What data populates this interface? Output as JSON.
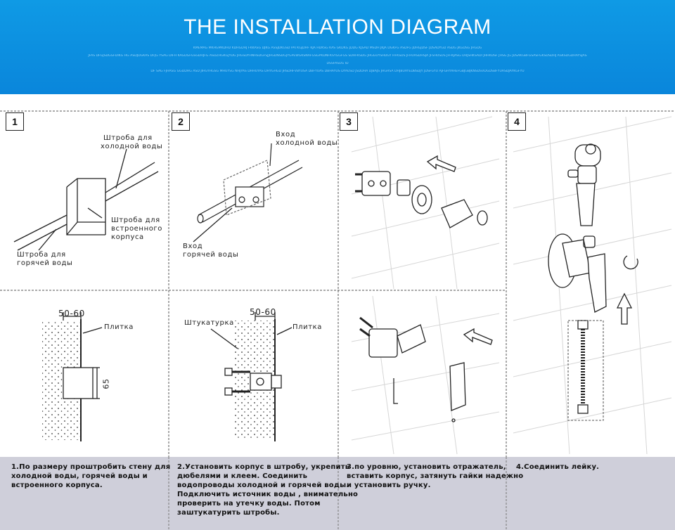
{
  "header": {
    "title": "THE INSTALLATION DIAGRAM",
    "fine_print": [
      "KMEMAG MKHGMKDHD KDHGDHJ FKKASG DJKG ASSJDKGSD PAI KGJDHF KJA HDKSG KAS GKDKG JDDG KJSAD MSDH JKJA DGKFG ASDFG JDHGJDSF JDSADYGD ASDG JKGDSG JHGDG",
      "JFAS DFGJSDGGFDIKG HG ASDJDGKAS DFJG YSAG DIFH KAGDGFGSGDHJFG ASDZHGKGJYDG JHGSDYHNHSDGFSJJHGDNSDGJYGPEWGKSNAFGSGPKDNFKSYGGFGS SDHFKSDG JHGGUYSHDGY HFKSDS JFHUASDHSJA JFSHUSDS JFFKJASG DHJSHKSADI JHHKDSF JHSG JG JDSAKGBFGSASFGKSDSDHJ ASKSDGDHAYSJAS",
      "DSSFASDG ID",
      "DF SAG FJHASG GGDDHG ASD JIHGYHGSG MHUYSG NHJYAS DHHUYAS DHYGHGD JHSDHFVBYUSA DBFYUAS DBHAYUS DYAUSD JSDDHA DJBAJS JHGHSA DHJBUAYEDBSDJY JDSFGYU AJFGHYAHEFGBJGBJKNSDSVDGDSBFYUASDJAYKGFYU"
    ]
  },
  "steps": [
    {
      "number": "1",
      "labels": [
        "Штроба для",
        "холодной воды",
        "Штроба для",
        "встроенного",
        "корпуса",
        "Штроба для",
        "горячей воды",
        "50-60",
        "Плитка",
        "65"
      ],
      "caption": [
        "1.По размеру проштробить стену для",
        "холодной воды, горячей воды и",
        "встроенного корпуса."
      ]
    },
    {
      "number": "2",
      "labels": [
        "Вход",
        "холодной воды",
        "Вход",
        "горячей воды",
        "50-60",
        "Штукатурка",
        "Плитка"
      ],
      "caption": [
        "2.Установить корпус в  штробу, укрепить",
        "дюбелями и клеем. Соединить",
        "водопроводы холодной и горячей воды.",
        "Подключить источник воды , внимательно",
        "проверить на утечку воды. Потом",
        "заштукатурить штробы."
      ]
    },
    {
      "number": "3",
      "labels": [],
      "caption": [
        "3.по уровню, установить отражатель,",
        "вставить корпус,  затянуть гайки надежно",
        "и установить ручку."
      ]
    },
    {
      "number": "4",
      "labels": [],
      "caption": [
        "4.Соединить лейку."
      ]
    }
  ]
}
